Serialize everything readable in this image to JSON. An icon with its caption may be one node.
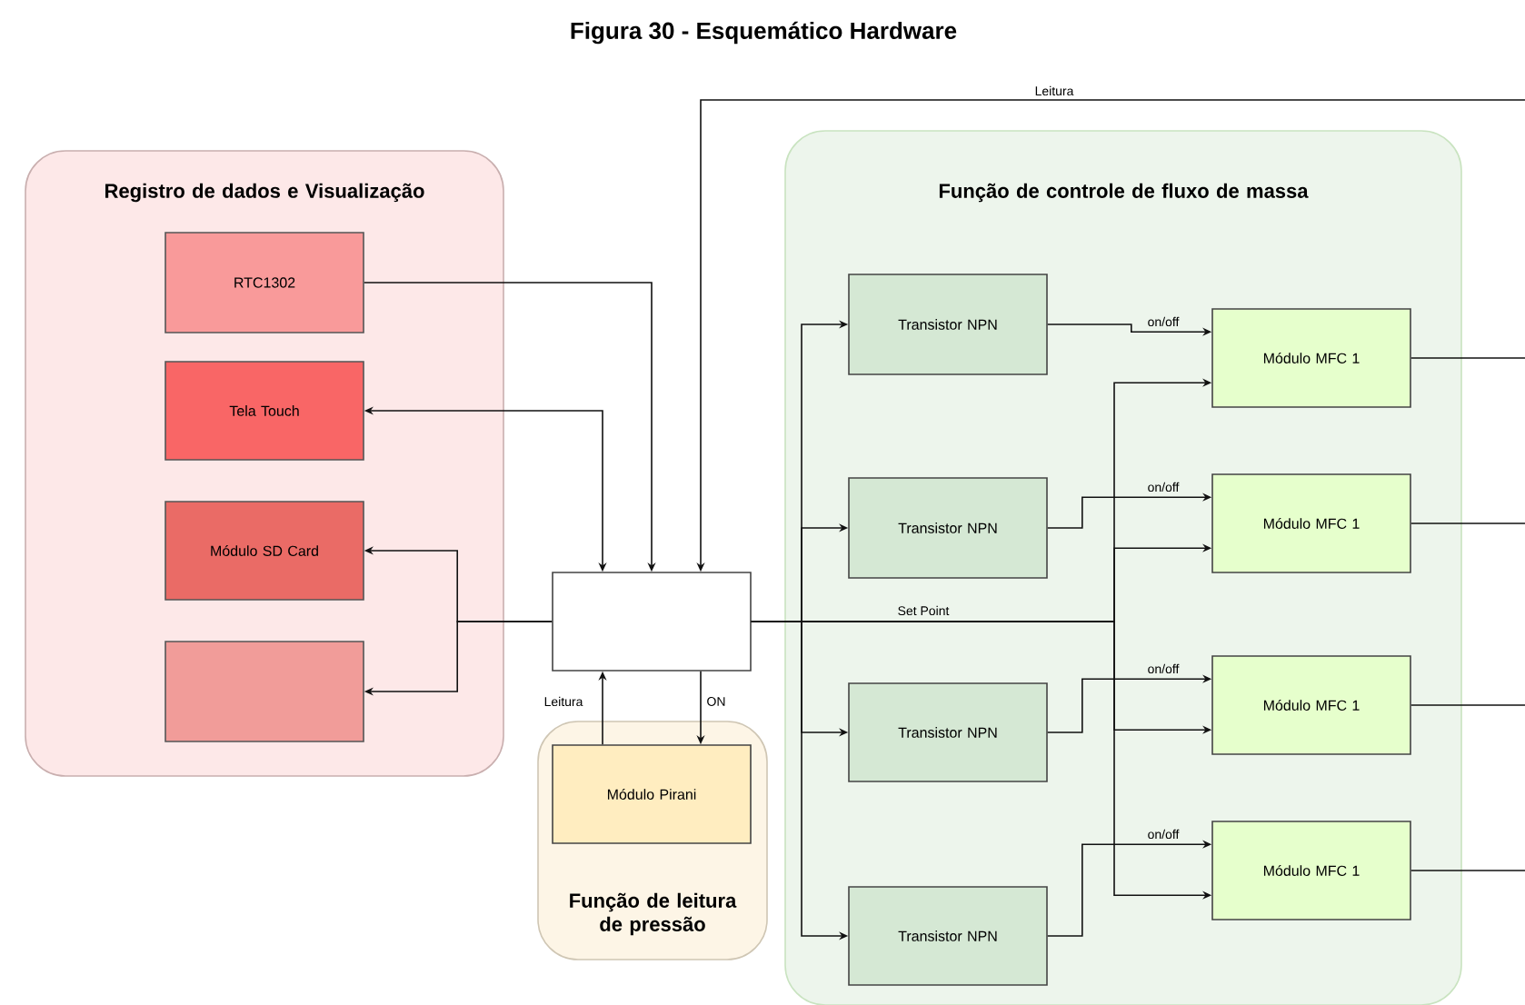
{
  "diagram": {
    "title": "Figura 30 - Esquemático Hardware",
    "nodes": [
      {
        "text": [
          "Registro de dados e Visualização"
        ]
      },
      {
        "text": [
          "RTC1302"
        ],
        "in": 0
      },
      {
        "text": [
          "Tela Touch"
        ],
        "in": 0
      },
      {
        "text": [
          "Módulo SD Card"
        ],
        "in": 0
      },
      {
        "text": [],
        "shape": "box",
        "in": 0
      },
      {
        "text": [],
        "shape": "box"
      },
      {
        "text": [
          "Função de leitura de pressão"
        ]
      },
      {
        "text": [
          "Módulo Pirani"
        ],
        "in": 6
      },
      {
        "text": [
          "Função de controle de fluxo de massa"
        ]
      },
      {
        "text": [
          "Transistor NPN"
        ],
        "in": 8
      },
      {
        "text": [
          "Transistor NPN"
        ],
        "in": 8
      },
      {
        "text": [
          "Transistor NPN"
        ],
        "in": 8
      },
      {
        "text": [
          "Transistor NPN"
        ],
        "in": 8
      },
      {
        "text": [
          "Módulo MFC 1"
        ],
        "in": 8
      },
      {
        "text": [
          "Módulo MFC 1"
        ],
        "in": 8
      },
      {
        "text": [
          "Módulo MFC 1"
        ],
        "in": 8
      },
      {
        "text": [
          "Módulo MFC 1"
        ],
        "in": 8
      }
    ],
    "edges": [
      {
        "from": 1,
        "to": 5,
        "arrow": "to"
      },
      {
        "from": 5,
        "to": 2,
        "arrow": "both"
      },
      {
        "from": 5,
        "to": 3,
        "arrow": "to"
      },
      {
        "from": 5,
        "to": 4,
        "arrow": "to"
      },
      {
        "from": 7,
        "to": 5,
        "arrow": "to",
        "label": "Leitura"
      },
      {
        "from": 5,
        "to": 7,
        "arrow": "to",
        "label": "ON"
      },
      {
        "from": null,
        "to": 5,
        "arrow": "to",
        "label": "Leitura"
      },
      {
        "from": 5,
        "to": 9,
        "arrow": "to"
      },
      {
        "from": 5,
        "to": 10,
        "arrow": "to"
      },
      {
        "from": 5,
        "to": 11,
        "arrow": "to"
      },
      {
        "from": 5,
        "to": 12,
        "arrow": "to"
      },
      {
        "from": 5,
        "to": 13,
        "arrow": "to",
        "label": "Set Point"
      },
      {
        "from": 5,
        "to": 14,
        "arrow": "to"
      },
      {
        "from": 5,
        "to": 15,
        "arrow": "to"
      },
      {
        "from": 5,
        "to": 16,
        "arrow": "to"
      },
      {
        "from": 9,
        "to": 13,
        "arrow": "to",
        "label": "on/off"
      },
      {
        "from": 10,
        "to": 14,
        "arrow": "to",
        "label": "on/off"
      },
      {
        "from": 11,
        "to": 15,
        "arrow": "to",
        "label": "on/off"
      },
      {
        "from": 12,
        "to": 16,
        "arrow": "to",
        "label": "on/off"
      },
      {
        "from": 13,
        "to": null,
        "arrow": "none"
      },
      {
        "from": 14,
        "to": null,
        "arrow": "none"
      },
      {
        "from": 15,
        "to": null,
        "arrow": "none"
      },
      {
        "from": 16,
        "to": null,
        "arrow": "none"
      }
    ]
  }
}
